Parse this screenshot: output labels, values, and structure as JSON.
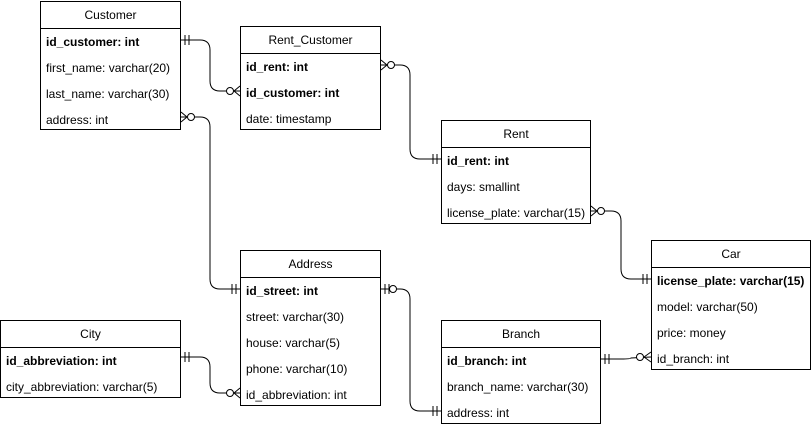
{
  "entities": {
    "customer": {
      "title": "Customer",
      "fields": [
        "id_customer: int",
        "first_name: varchar(20)",
        "last_name: varchar(30)",
        "address: int"
      ]
    },
    "rent_customer": {
      "title": "Rent_Customer",
      "fields": [
        "id_rent: int",
        "id_customer: int",
        "date: timestamp"
      ]
    },
    "rent": {
      "title": "Rent",
      "fields": [
        "id_rent: int",
        "days: smallint",
        "license_plate: varchar(15)"
      ]
    },
    "car": {
      "title": "Car",
      "fields": [
        "license_plate: varchar(15)",
        "model: varchar(50)",
        "price: money",
        "id_branch: int"
      ]
    },
    "address": {
      "title": "Address",
      "fields": [
        "id_street: int",
        "street: varchar(30)",
        "house: varchar(5)",
        "phone: varchar(10)",
        "id_abbreviation: int"
      ]
    },
    "city": {
      "title": "City",
      "fields": [
        "id_abbreviation: int",
        "city_abbreviation: varchar(5)"
      ]
    },
    "branch": {
      "title": "Branch",
      "fields": [
        "id_branch: int",
        "branch_name: varchar(30)",
        "address: int"
      ]
    }
  }
}
